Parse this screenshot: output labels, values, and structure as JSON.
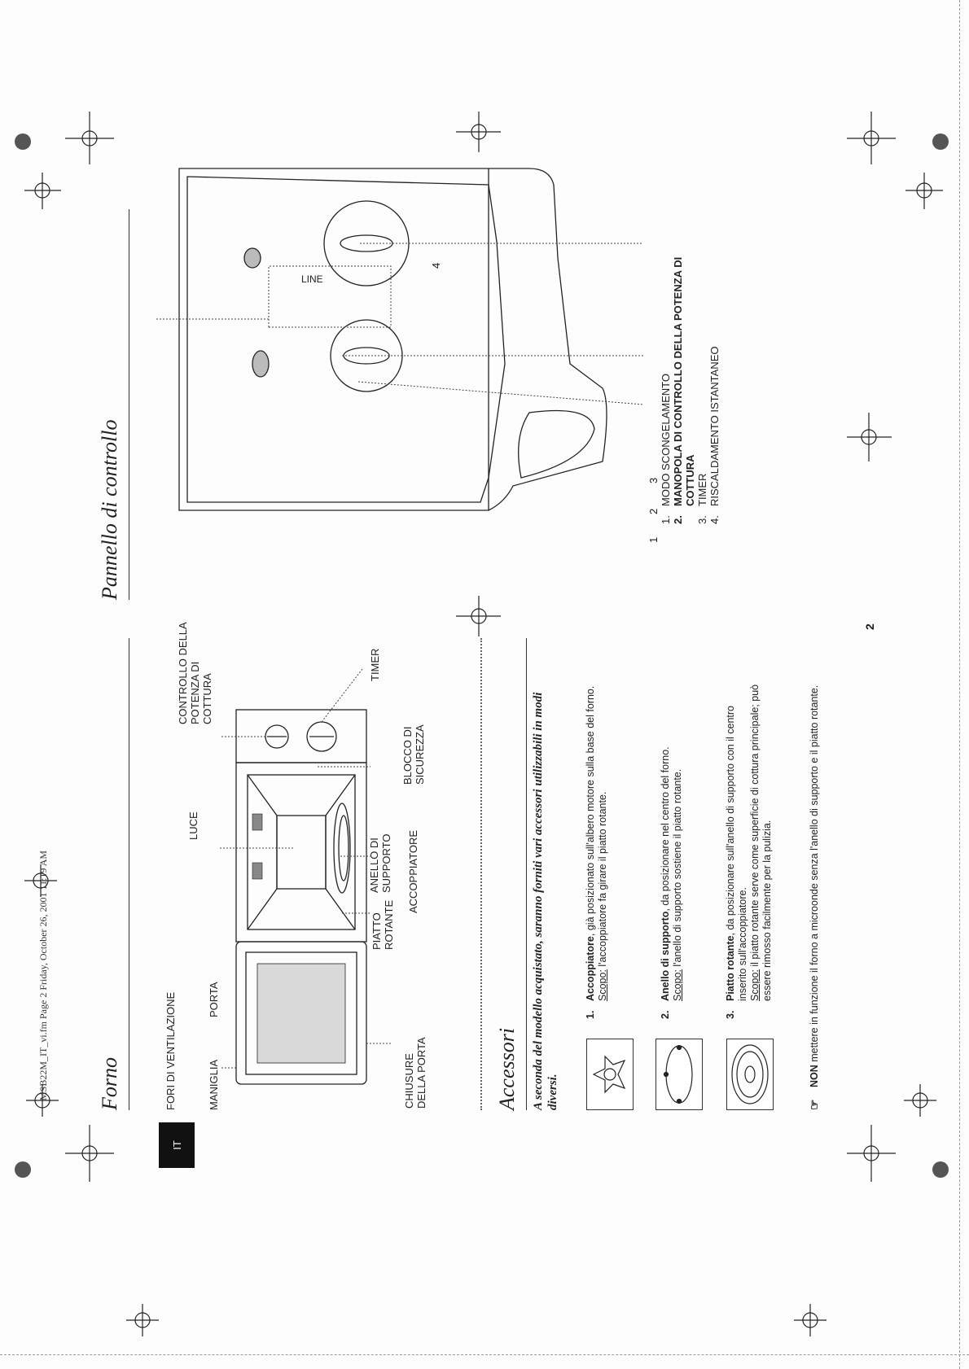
{
  "header": "MSB22M_IT_vi.fm  Page 2  Friday, October 26, 2001  11:19 AM",
  "lang_tab": "IT",
  "page_number": "2",
  "forno": {
    "title": "Forno",
    "labels": {
      "fori_ventilazione": "FORI DI VENTILAZIONE",
      "maniglia": "MANIGLIA",
      "porta": "PORTA",
      "luce": "LUCE",
      "controllo_line1": "CONTROLLO DELLA",
      "controllo_line2": "POTENZA DI",
      "controllo_line3": "COTTURA",
      "chiusure_line1": "CHIUSURE",
      "chiusure_line2": "DELLA PORTA",
      "piatto_line1": "PIATTO",
      "piatto_line2": "ROTANTE",
      "anello_line1": "ANELLO DI",
      "anello_line2": "SUPPORTO",
      "accoppiatore": "ACCOPPIATORE",
      "blocco_line1": "BLOCCO DI",
      "blocco_line2": "SICUREZZA",
      "timer": "TIMER"
    }
  },
  "accessori": {
    "title": "Accessori",
    "intro": "A seconda del modello acquistato, saranno forniti vari accessori utilizzabili in modi diversi.",
    "items": [
      {
        "num": "1.",
        "name": "Accoppiatore",
        "desc": ", già posizionato sull'albero motore sulla base del forno.",
        "scopo_label": "Scopo:",
        "scopo": " l'accoppiatore fa girare il piatto rotante."
      },
      {
        "num": "2.",
        "name": "Anello di supporto",
        "desc": ", da posizionare nel centro del forno.",
        "scopo_label": "Scopo:",
        "scopo": " l'anello di supporto sostiene il piatto rotante."
      },
      {
        "num": "3.",
        "name": "Piatto rotante",
        "desc": ", da posizionare sull'anello di supporto con il centro inserito sull'accoppiatore.",
        "scopo_label": "Scopo:",
        "scopo": " il piatto rotante serve come superficie di cottura principale; può essere rimosso facilmente per la pulizia."
      }
    ],
    "note_bold": "NON",
    "note": " mettere in funzione il forno a microonde senza l'anello di supporto e il piatto rotante."
  },
  "pannello": {
    "title": "Pannello di controllo",
    "callout_numbers": [
      "1",
      "2",
      "3",
      "4"
    ],
    "brand_text": "LINE",
    "legend": [
      {
        "num": "1.",
        "text": "MODO SCONGELAMENTO",
        "bold": false
      },
      {
        "num": "2.",
        "text": "MANOPOLA DI CONTROLLO DELLA POTENZA DI COTTURA",
        "bold": true
      },
      {
        "num": "3.",
        "text": "TIMER",
        "bold": false
      },
      {
        "num": "4.",
        "text": "RISCALDAMENTO ISTANTANEO",
        "bold": false
      }
    ]
  },
  "colors": {
    "ink": "#1a1a1a",
    "tab": "#111111",
    "paper": "#fdfdfd"
  }
}
